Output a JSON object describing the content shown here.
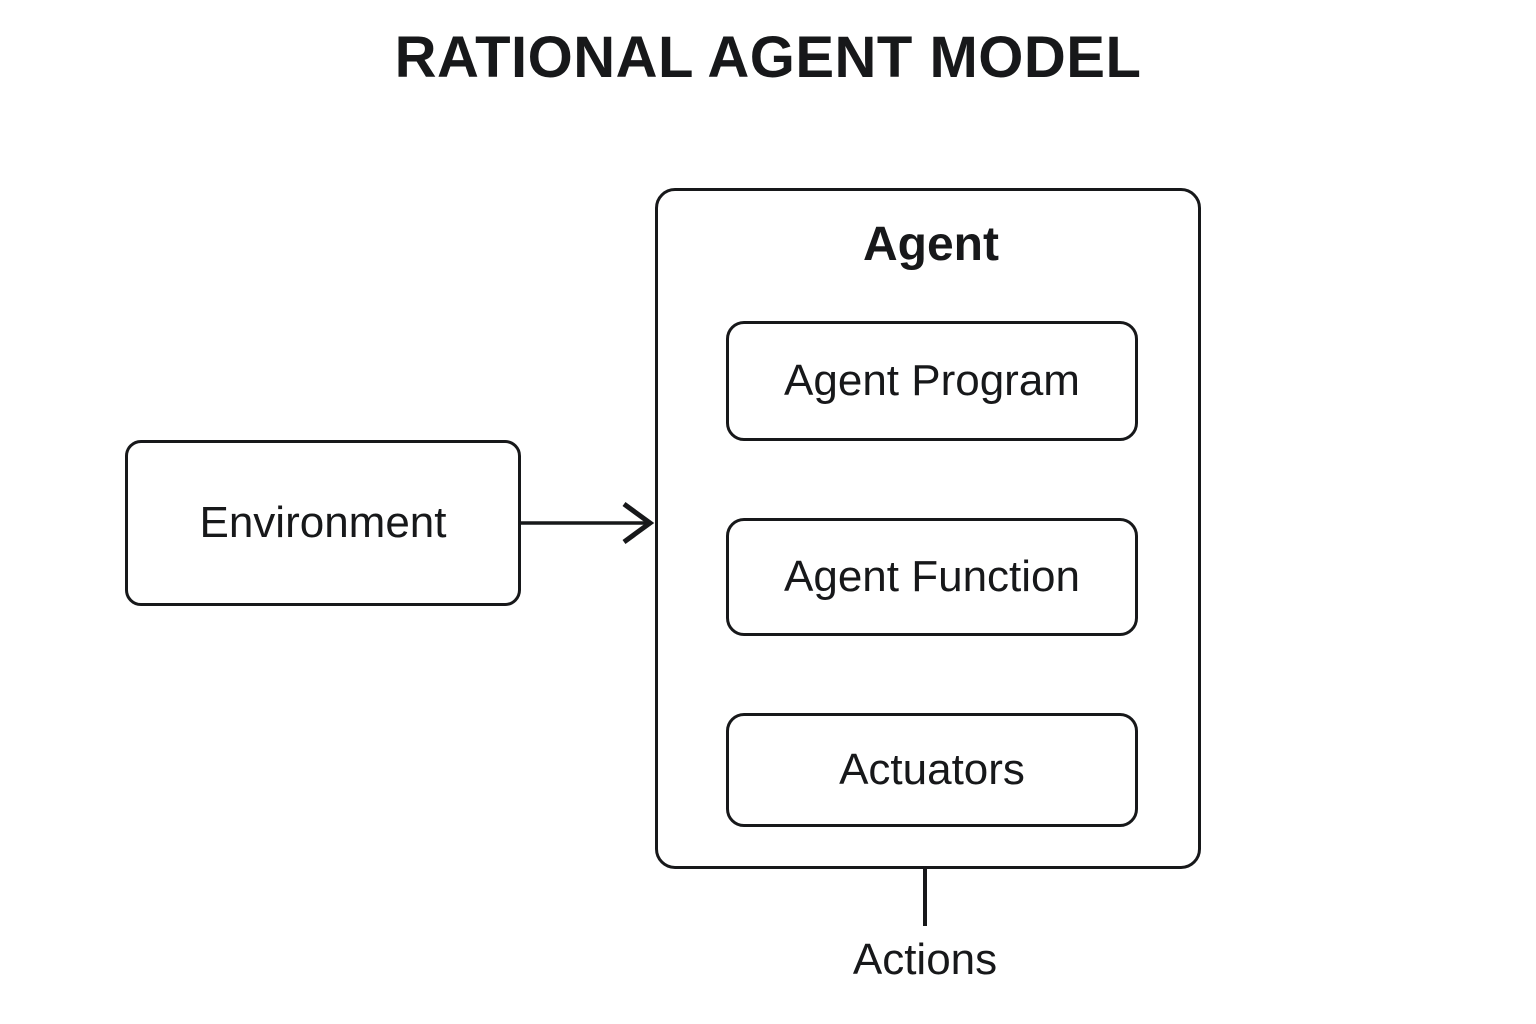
{
  "diagram": {
    "title": "RATIONAL AGENT MODEL",
    "type": "block-flow-diagram",
    "background_color": "#ffffff",
    "stroke_color": "#17181a",
    "text_color": "#17181a",
    "nodes": {
      "environment": {
        "label": "Environment"
      },
      "agent": {
        "label": "Agent"
      },
      "agent_program": {
        "label": "Agent Program"
      },
      "agent_function": {
        "label": "Agent Function"
      },
      "actuators": {
        "label": "Actuators"
      }
    },
    "edges": {
      "environment_to_agent": {
        "label": "",
        "arrowhead": "open-v",
        "direction": "right"
      },
      "program_to_function": {
        "label": "",
        "arrowhead": "solid-triangle",
        "direction": "down"
      },
      "function_to_actuators": {
        "label": "",
        "arrowhead": "solid-triangle",
        "direction": "down"
      },
      "agent_to_actions": {
        "label": "Actions",
        "arrowhead": "none",
        "direction": "down"
      }
    }
  }
}
